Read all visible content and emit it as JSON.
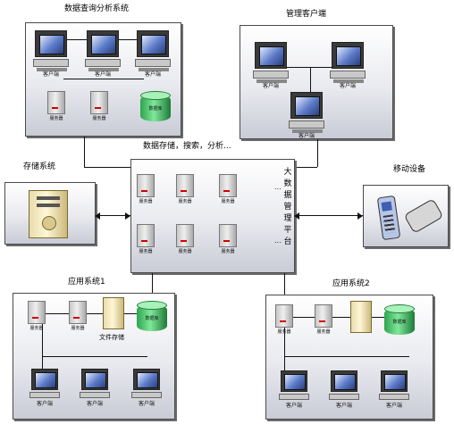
{
  "titles": {
    "analysis": "数据查询分析系统",
    "mgmt": "管理客户端",
    "bigdata_caption": "数据存储，搜索，分析...",
    "storage": "存储系统",
    "mobile": "移动设备",
    "app1": "应用系统1",
    "app2": "应用系统2",
    "file_storage": "文件存储"
  },
  "platform_vertical": [
    "大",
    "数",
    "据",
    "管",
    "理",
    "平",
    "台"
  ],
  "labels": {
    "client": "客户端",
    "server": "服务器",
    "database": "数据库"
  },
  "ellipsis": "..."
}
